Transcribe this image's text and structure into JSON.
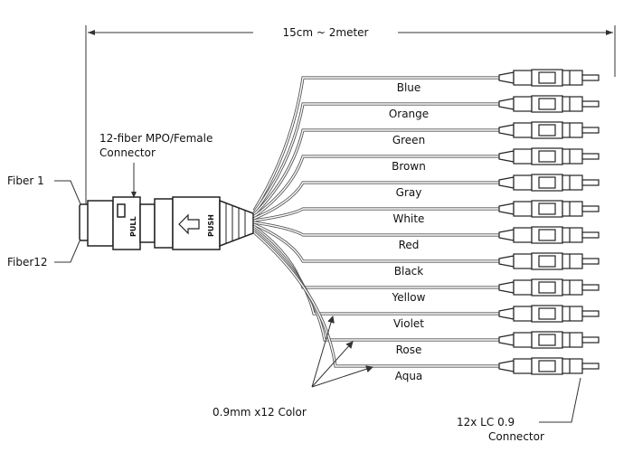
{
  "length_label": "15cm ~ 2meter",
  "mpo_label_line1": "12-fiber MPO/Female",
  "mpo_label_line2": "Connector",
  "fiber_first_label": "Fiber 1",
  "fiber_last_label": "Fiber12",
  "pull_text": "PULL",
  "push_text": "PUSH",
  "fibers": [
    {
      "color_name": "Blue",
      "stroke": "#555555"
    },
    {
      "color_name": "Orange",
      "stroke": "#555555"
    },
    {
      "color_name": "Green",
      "stroke": "#555555"
    },
    {
      "color_name": "Brown",
      "stroke": "#555555"
    },
    {
      "color_name": "Gray",
      "stroke": "#555555"
    },
    {
      "color_name": "White",
      "stroke": "#555555"
    },
    {
      "color_name": "Red",
      "stroke": "#555555"
    },
    {
      "color_name": "Black",
      "stroke": "#555555"
    },
    {
      "color_name": "Yellow",
      "stroke": "#555555"
    },
    {
      "color_name": "Violet",
      "stroke": "#555555"
    },
    {
      "color_name": "Rose",
      "stroke": "#555555"
    },
    {
      "color_name": "Aqua",
      "stroke": "#555555"
    }
  ],
  "fiber_spec_label": "0.9mm x12 Color",
  "lc_label_line1": "12x LC 0.9",
  "lc_label_line2": "Connector",
  "line_color": "#333333"
}
